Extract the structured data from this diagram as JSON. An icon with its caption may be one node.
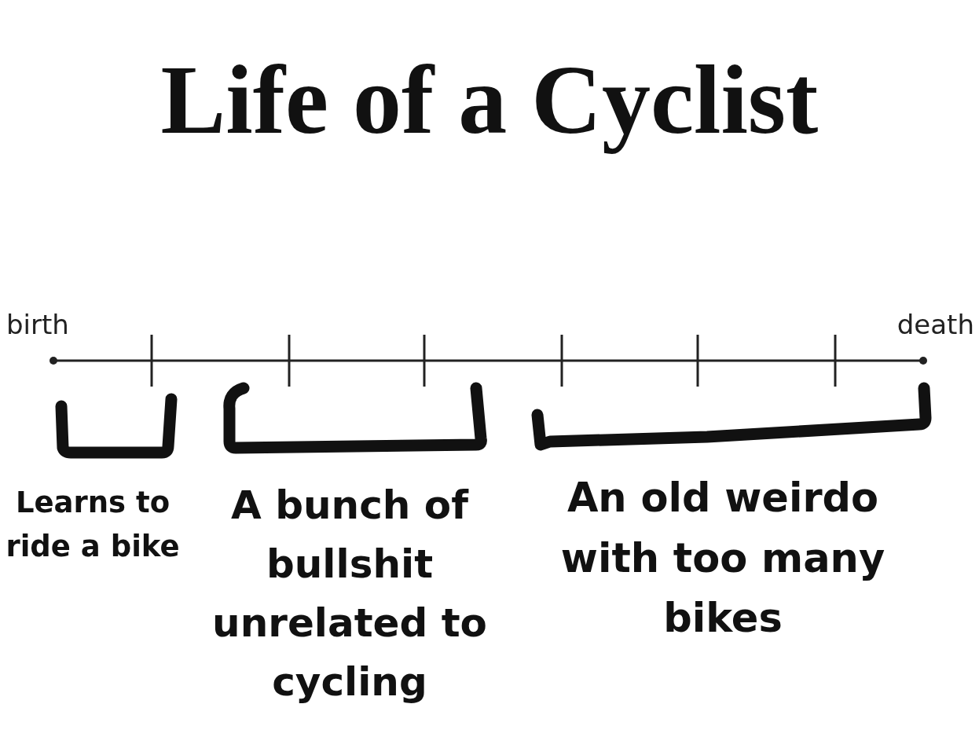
{
  "diagram": {
    "title": "Life of a Cyclist",
    "labels": [
      "birth",
      "death",
      "Learns to ride a bike",
      "A bunch of bullshit unrelated to cycling",
      "An old weirdo with too many bikes"
    ]
  }
}
